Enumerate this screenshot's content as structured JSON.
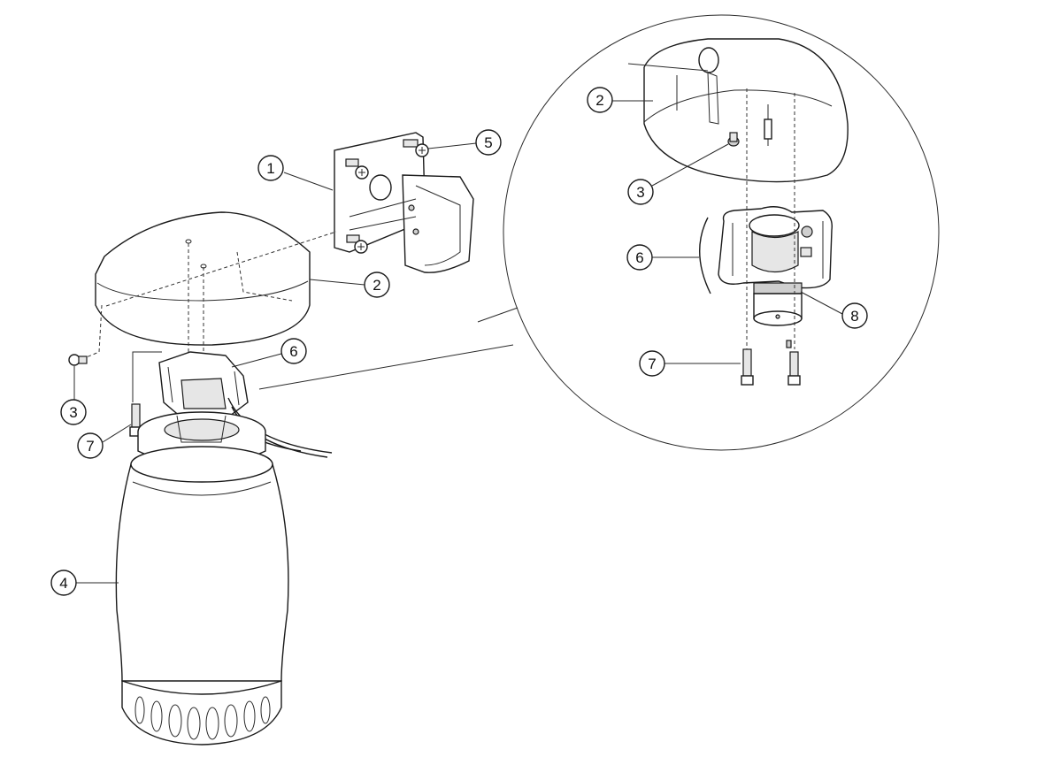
{
  "callouts": {
    "c1": "1",
    "c2": "2",
    "c3": "3",
    "c4": "4",
    "c5": "5",
    "c6": "6",
    "c7": "7",
    "c8": "8",
    "detail_c2": "2",
    "detail_c3": "3",
    "detail_c6": "6",
    "detail_c7": "7"
  }
}
